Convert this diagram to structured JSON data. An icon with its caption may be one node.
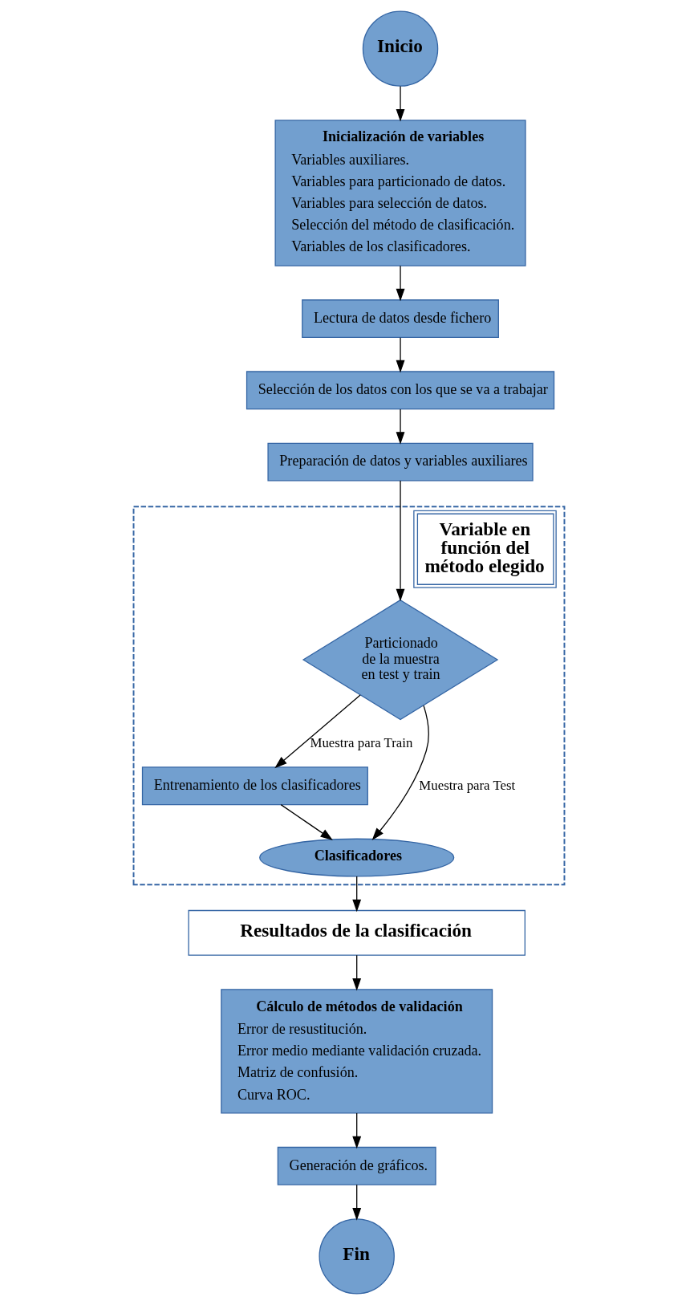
{
  "diagram": {
    "nodes": [
      {
        "text": [
          "Inicio"
        ]
      },
      {
        "text": [
          "Inicialización de variables",
          "Variables auxiliares.",
          "Variables para particionado de datos.",
          "Variables para selección de datos.",
          "Selección del método de clasificación.",
          "Variables de los clasificadores."
        ]
      },
      {
        "text": [
          "Lectura de datos desde fichero"
        ]
      },
      {
        "text": [
          "Selección de los datos con los que se va a trabajar"
        ]
      },
      {
        "text": [
          "Preparación de datos y variables auxiliares"
        ]
      },
      {
        "text": [
          "Variable en función del método elegido"
        ]
      },
      {
        "text": [
          "Particionado de la muestra en test y train"
        ],
        "in": 5
      },
      {
        "text": [
          "Entrenamiento de los clasificadores"
        ],
        "in": 5
      },
      {
        "text": [
          "Clasificadores"
        ],
        "in": 5
      },
      {
        "text": [
          "Resultados de la clasificación"
        ]
      },
      {
        "text": [
          "Cálculo de métodos de validación",
          "Error de resustitución.",
          "Error medio mediante validación cruzada.",
          "Matriz de confusión.",
          "Curva ROC."
        ]
      },
      {
        "text": [
          "Generación de gráficos."
        ]
      },
      {
        "text": [
          "Fin"
        ]
      }
    ],
    "edges": [
      {
        "from": 0,
        "to": 1,
        "arrow": "to"
      },
      {
        "from": 1,
        "to": 2,
        "arrow": "to"
      },
      {
        "from": 2,
        "to": 3,
        "arrow": "to"
      },
      {
        "from": 3,
        "to": 4,
        "arrow": "to"
      },
      {
        "from": 4,
        "to": 6,
        "arrow": "to"
      },
      {
        "from": 6,
        "to": 7,
        "arrow": "to",
        "label": "Muestra para Train"
      },
      {
        "from": 6,
        "to": 8,
        "arrow": "to",
        "label": "Muestra para Test"
      },
      {
        "from": 7,
        "to": 8,
        "arrow": "to"
      },
      {
        "from": 8,
        "to": 9,
        "arrow": "to"
      },
      {
        "from": 9,
        "to": 10,
        "arrow": "to"
      },
      {
        "from": 10,
        "to": 11,
        "arrow": "to"
      },
      {
        "from": 11,
        "to": 12,
        "arrow": "to"
      }
    ]
  }
}
